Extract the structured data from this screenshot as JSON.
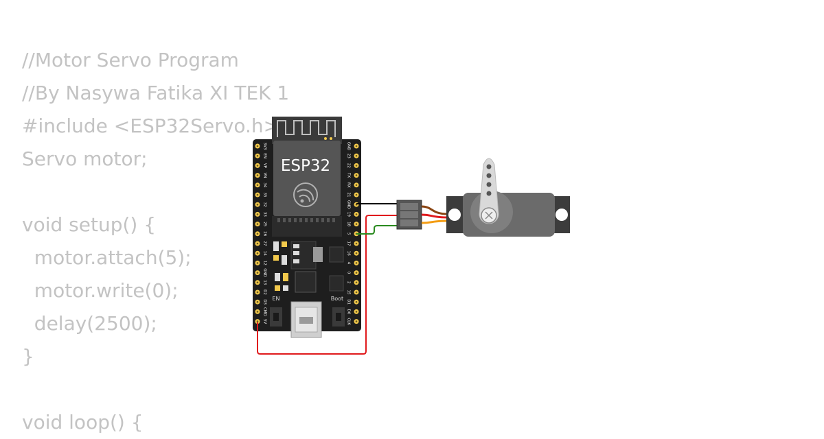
{
  "code": {
    "lines": [
      "//Motor Servo Program",
      "//By Nasywa Fatika XI TEK 1",
      "#include <ESP32Servo.h>",
      "Servo motor;",
      "",
      "void setup() {",
      "  motor.attach(5);",
      "  motor.write(0);",
      "  delay(2500);",
      "}",
      "",
      "void loop() {"
    ]
  },
  "board": {
    "module_label": "ESP32",
    "left_pins": [
      "3V3",
      "EN",
      "VP",
      "VN",
      "34",
      "35",
      "32",
      "33",
      "25",
      "26",
      "27",
      "14",
      "12",
      "GND",
      "13",
      "D2",
      "D3",
      "CMD",
      "5V"
    ],
    "right_pins": [
      "GND",
      "23",
      "22",
      "TX",
      "RX",
      "21",
      "GND",
      "19",
      "18",
      "5",
      "17",
      "16",
      "4",
      "0",
      "2",
      "15",
      "D1",
      "D0",
      "CLK"
    ],
    "en_label": "EN",
    "boot_label": "Boot"
  },
  "colors": {
    "board": "#1e1e1e",
    "pin": "#f2c94c",
    "wire_gnd": "#000000",
    "wire_power": "#e0191c",
    "wire_signal": "#2a8a1f",
    "servo_body": "#6b6b6b",
    "code_text": "#c3c3c3"
  }
}
